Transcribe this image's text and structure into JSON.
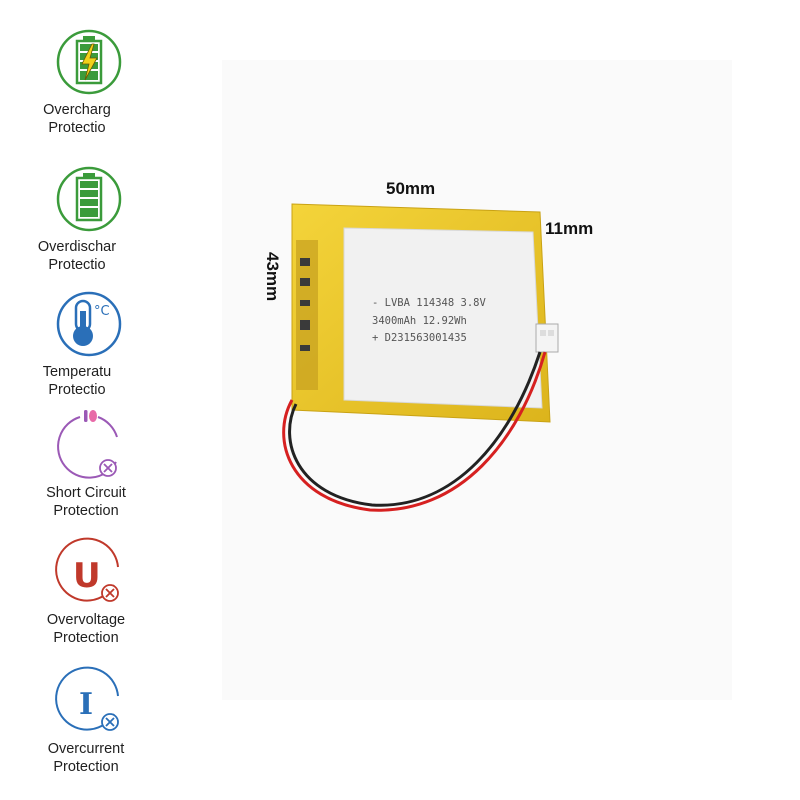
{
  "features": [
    {
      "line1": "Overcharg",
      "line2": "Protectio",
      "icon": "battery-bolt-icon",
      "color": "#3b9b3b"
    },
    {
      "line1": "Overdischar",
      "line2": "Protectio",
      "icon": "battery-full-icon",
      "color": "#3b9b3b"
    },
    {
      "line1": "Temperatu",
      "line2": "Protectio",
      "icon": "thermometer-icon",
      "color": "#2a6fb8"
    },
    {
      "line1": "Short Circuit",
      "line2": "Protection",
      "icon": "short-circuit-icon",
      "color": "#9b59b6"
    },
    {
      "line1": "Overvoltage",
      "line2": "Protection",
      "icon": "voltage-u-icon",
      "color": "#c0392b"
    },
    {
      "line1": "Overcurrent",
      "line2": "Protection",
      "icon": "current-i-icon",
      "color": "#2a6fb8"
    }
  ],
  "temperature_unit": "°C",
  "voltage_letter": "U",
  "current_letter": "I",
  "product": {
    "dimensions": {
      "width": "50mm",
      "thickness": "11mm",
      "height": "43mm"
    },
    "label_lines": [
      "- LVBA 114348 3.8V",
      "3400mAh 12.92Wh",
      "+ D231563001435"
    ],
    "colors": {
      "wrap": "#e8c12a",
      "body": "#f0f0f0",
      "wire_red": "#d62020",
      "wire_black": "#222222"
    }
  }
}
